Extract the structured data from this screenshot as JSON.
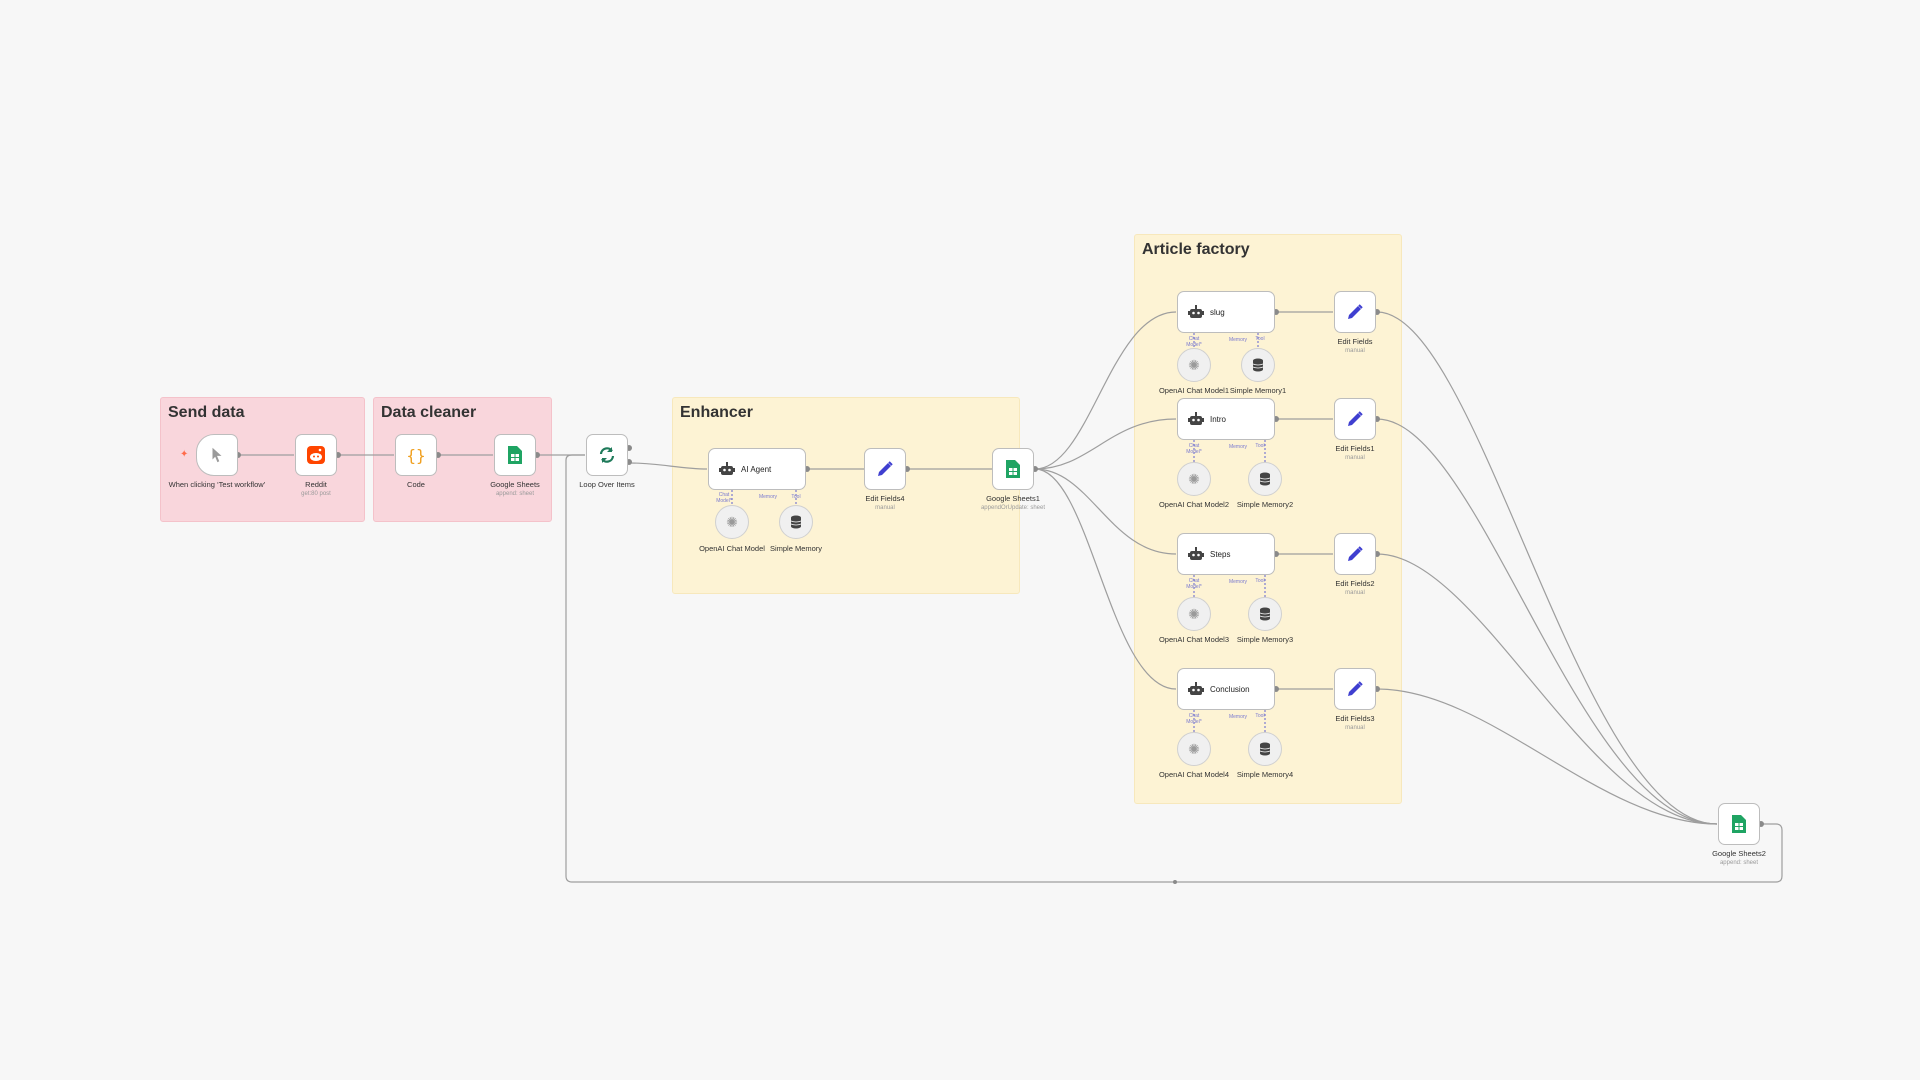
{
  "groups": {
    "send_data": "Send data",
    "data_cleaner": "Data cleaner",
    "enhancer": "Enhancer",
    "article_factory": "Article factory"
  },
  "nodes": {
    "trigger": {
      "label": "When clicking ‘Test workflow’"
    },
    "reddit": {
      "label": "Reddit",
      "sub": "get:80 post"
    },
    "code": {
      "label": "Code"
    },
    "sheets0": {
      "label": "Google Sheets",
      "sub": "append: sheet"
    },
    "loop": {
      "label": "Loop Over Items"
    },
    "ai_agent": {
      "label": "AI Agent"
    },
    "edit4": {
      "label": "Edit Fields4",
      "sub": "manual"
    },
    "sheets1": {
      "label": "Google Sheets1",
      "sub": "appendOrUpdate: sheet"
    },
    "openai0": {
      "label": "OpenAI Chat Model"
    },
    "memory0": {
      "label": "Simple Memory"
    },
    "slug": {
      "label": "slug"
    },
    "intro": {
      "label": "Intro"
    },
    "steps": {
      "label": "Steps"
    },
    "conclusion": {
      "label": "Conclusion"
    },
    "edit0": {
      "label": "Edit Fields",
      "sub": "manual"
    },
    "edit1": {
      "label": "Edit Fields1",
      "sub": "manual"
    },
    "edit2": {
      "label": "Edit Fields2",
      "sub": "manual"
    },
    "edit3": {
      "label": "Edit Fields3",
      "sub": "manual"
    },
    "openai1": {
      "label": "OpenAI Chat Model1"
    },
    "memory1": {
      "label": "Simple Memory1"
    },
    "openai2": {
      "label": "OpenAI Chat Model2"
    },
    "memory2": {
      "label": "Simple Memory2"
    },
    "openai3": {
      "label": "OpenAI Chat Model3"
    },
    "memory3": {
      "label": "Simple Memory3"
    },
    "openai4": {
      "label": "OpenAI Chat Model4"
    },
    "memory4": {
      "label": "Simple Memory4"
    },
    "sheets2": {
      "label": "Google Sheets2",
      "sub": "append: sheet"
    }
  },
  "ports": {
    "chat_model": "Chat Model*",
    "memory": "Memory",
    "tool": "Tool"
  },
  "colors": {
    "red_group": "#f9d6dc",
    "yellow_group": "#fdf3d4",
    "edge": "#9e9e9e",
    "pencil": "#3f3fd0",
    "sheets": "#1fa463",
    "reddit": "#ff4500",
    "code": "#f0a020"
  }
}
